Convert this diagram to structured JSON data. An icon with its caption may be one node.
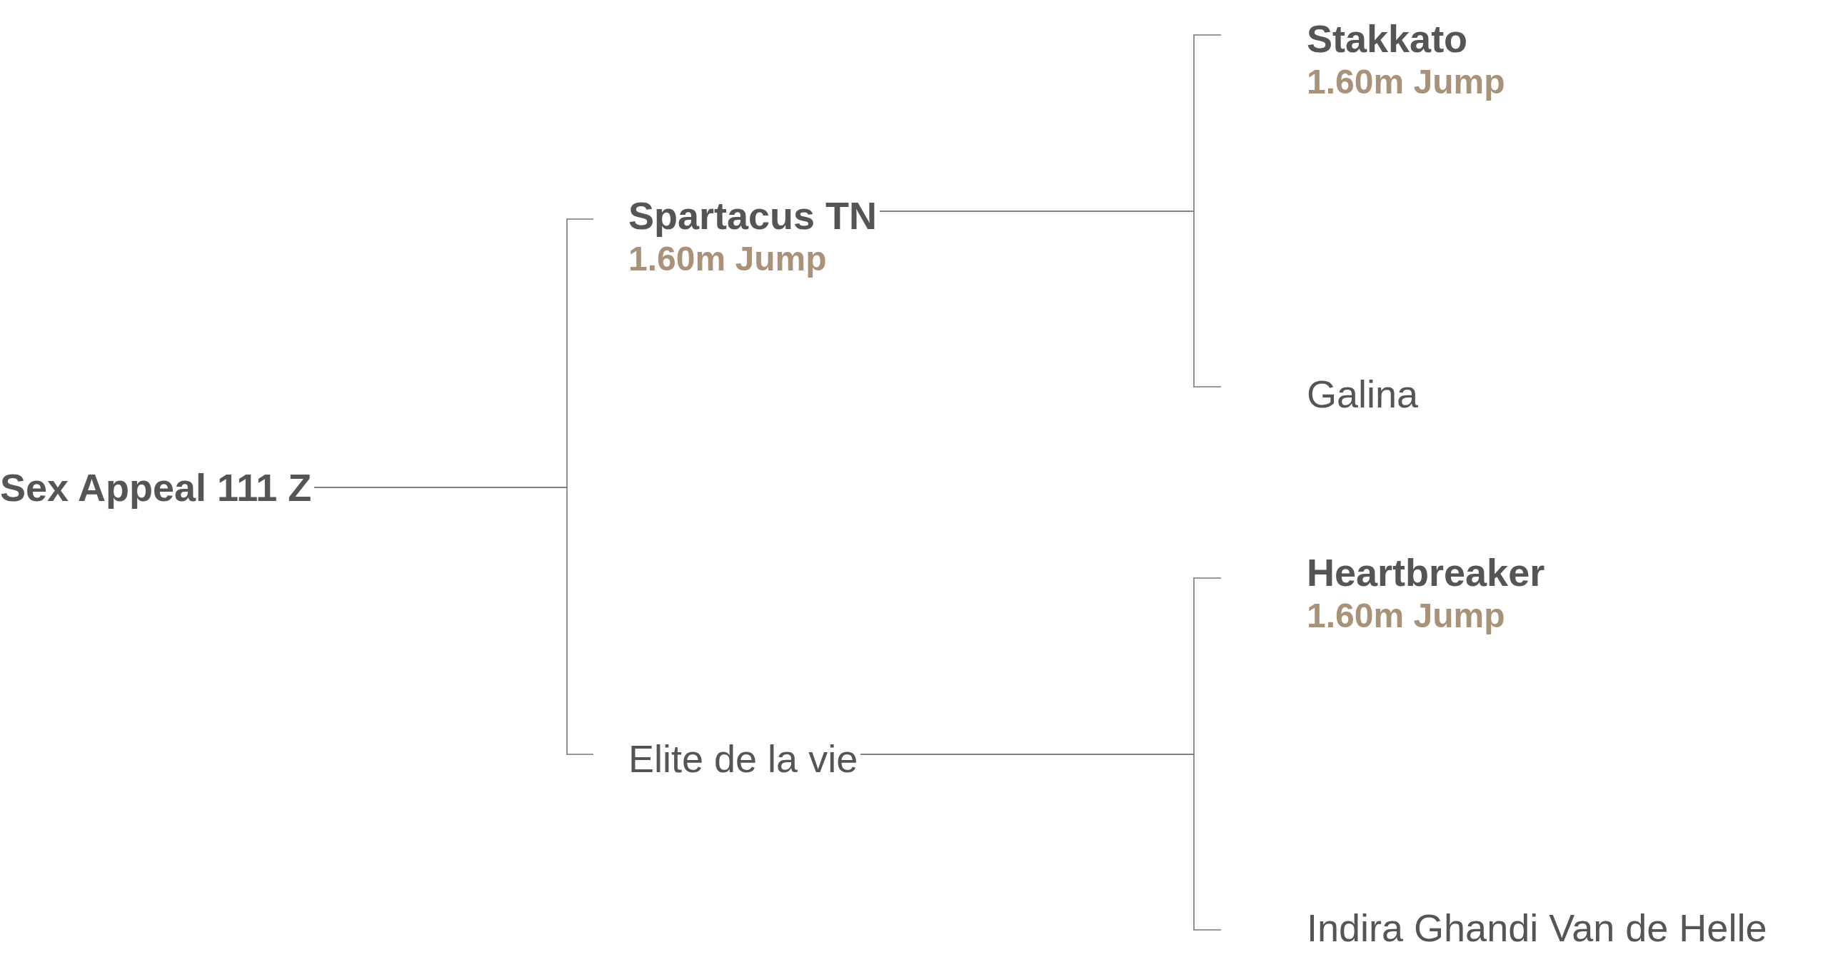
{
  "diagram": {
    "nodes": [
      {
        "text": [
          "Sex Appeal 111 Z"
        ]
      },
      {
        "text": [
          "Spartacus TN",
          "1.60m Jump"
        ]
      },
      {
        "text": [
          "Elite de la vie"
        ]
      },
      {
        "text": [
          "Stakkato",
          "1.60m Jump"
        ]
      },
      {
        "text": [
          "Galina"
        ]
      },
      {
        "text": [
          "Heartbreaker",
          "1.60m Jump"
        ]
      },
      {
        "text": [
          "Indira Ghandi Van de Helle"
        ]
      }
    ],
    "edges": [
      {
        "from": 0,
        "to": 1,
        "arrow": "none"
      },
      {
        "from": 0,
        "to": 2,
        "arrow": "none"
      },
      {
        "from": 1,
        "to": 3,
        "arrow": "none"
      },
      {
        "from": 1,
        "to": 4,
        "arrow": "none"
      },
      {
        "from": 2,
        "to": 5,
        "arrow": "none"
      },
      {
        "from": 2,
        "to": 6,
        "arrow": "none"
      }
    ]
  }
}
